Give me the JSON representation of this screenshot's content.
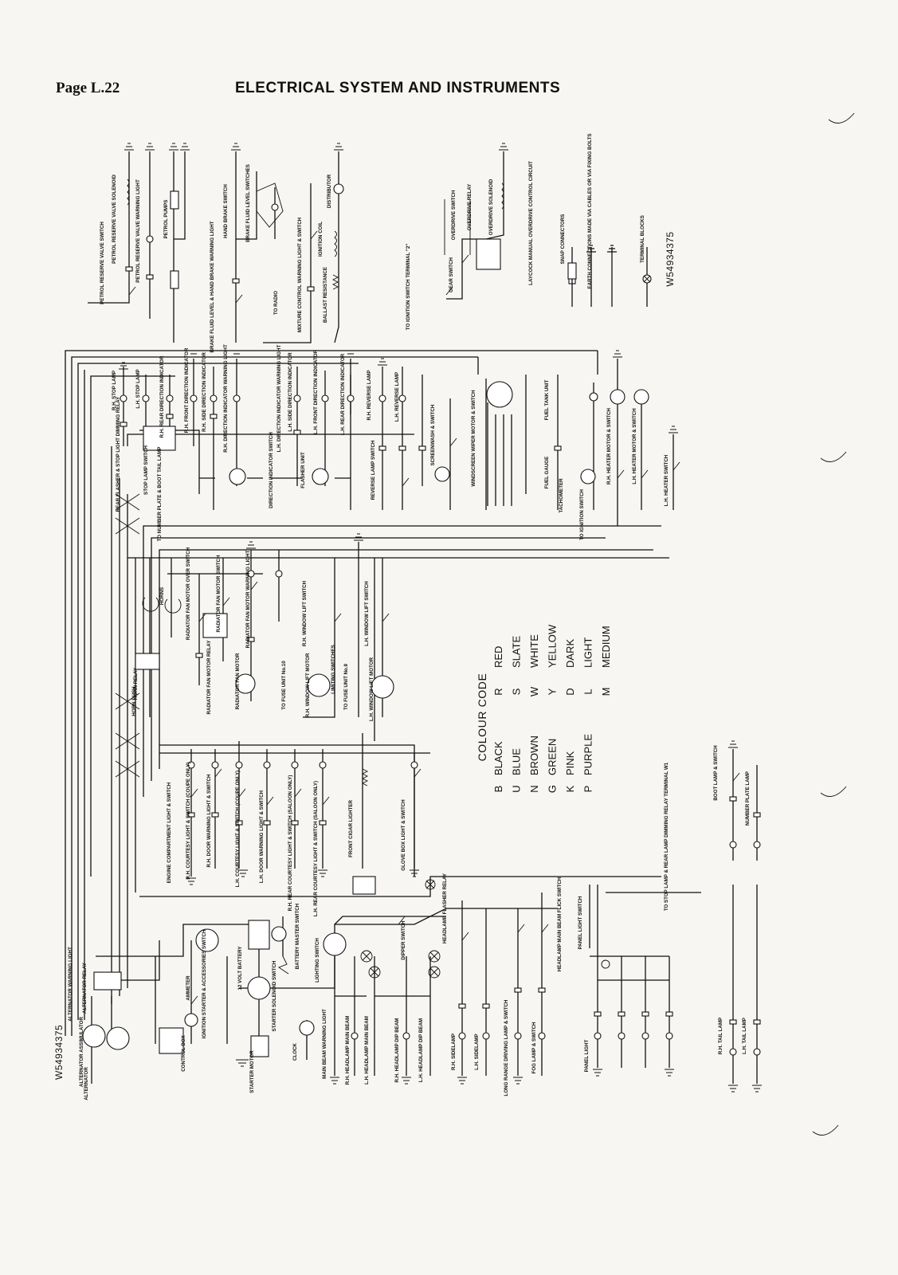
{
  "page": {
    "number": "Page L.22",
    "title": "ELECTRICAL SYSTEM AND INSTRUMENTS"
  },
  "drawing_refs": [
    "W54934375",
    "W54934375"
  ],
  "colour_code": {
    "heading": "COLOUR CODE",
    "left": [
      {
        "code": "B",
        "name": "BLACK"
      },
      {
        "code": "U",
        "name": "BLUE"
      },
      {
        "code": "N",
        "name": "BROWN"
      },
      {
        "code": "G",
        "name": "GREEN"
      },
      {
        "code": "K",
        "name": "PINK"
      },
      {
        "code": "P",
        "name": "PURPLE"
      }
    ],
    "right": [
      {
        "code": "R",
        "name": "RED"
      },
      {
        "code": "S",
        "name": "SLATE"
      },
      {
        "code": "W",
        "name": "WHITE"
      },
      {
        "code": "Y",
        "name": "YELLOW"
      },
      {
        "code": "D",
        "name": "DARK"
      },
      {
        "code": "L",
        "name": "LIGHT"
      },
      {
        "code": "M",
        "name": "MEDIUM"
      }
    ]
  },
  "legend": [
    "SNAP CONNECTORS",
    "EARTH CONNECTIONS MADE VIA CABLES OR VIA FIXING BOLTS",
    "TERMINAL BLOCKS"
  ],
  "top_labels": [
    "PETROL RESERVE VALVE SWITCH",
    "PETROL RESERVE VALVE SOLENOID",
    "PETROL RESERVE VALVE WARNING LIGHT",
    "PETROL PUMPS",
    "BRAKE FLUID LEVEL & HAND BRAKE WARNING LIGHT",
    "HAND BRAKE SWITCH",
    "BRAKE FLUID LEVEL SWITCHES",
    "TO RADIO",
    "MIXTURE CONTROL WARNING LIGHT & SWITCH",
    "BALLAST RESISTANCE",
    "IGNITION COIL",
    "DISTRIBUTOR",
    "TO IGNITION SWITCH TERMINAL \"2\"",
    "GEAR SWITCH",
    "OVERDRIVE SWITCH",
    "OVERDRIVE RELAY",
    "OVERDRIVE SOLENOID",
    "LAYCOCK MANUAL OVERDRIVE CONTROL CIRCUIT"
  ],
  "mid_labels": [
    "R.H. STOP LAMP",
    "L.H. STOP LAMP",
    "R.H. REAR DIRECTION INDICATOR",
    "R.H. FRONT DIRECTION INDICATOR",
    "R.H. SIDE DIRECTION INDICATOR",
    "R.H. DIRECTION INDICATOR WARNING LIGHT",
    "L.H. DIRECTION INDICATOR WARNING LIGHT",
    "L.H. SIDE DIRECTION INDICATOR",
    "L.H. FRONT DIRECTION INDICATOR",
    "L.H. REAR DIRECTION INDICATOR",
    "R.H. REVERSE LAMP",
    "L.H. REVERSE LAMP",
    "REVERSE LAMP SWITCH",
    "SCREENWASH & SWITCH",
    "WINDSCREEN WIPER MOTOR & SWITCH",
    "FUEL GAUGE",
    "FUEL TANK UNIT",
    "TACHOMETER",
    "R.H. HEATER MOTOR & SWITCH",
    "L.H. HEATER MOTOR & SWITCH",
    "L.H. HEATER SWITCH",
    "DIRECTION INDICATOR SWITCH",
    "FLASHER UNIT",
    "REAR FLASHER & STOP LIGHT DIMMING RELAY",
    "STOP LAMP SWITCH",
    "TO NUMBER PLATE & BOOT TAIL LAMP",
    "TO IGNITION SWITCH"
  ],
  "lower_labels": [
    "HORNS",
    "HORN RELAY",
    "HORN PUSH",
    "RADIATOR FAN MOTOR OVER SWITCH",
    "RADIATOR FAN MOTOR SWITCH",
    "RADIATOR FAN MOTOR WARNING LIGHT",
    "RADIATOR FAN MOTOR RELAY",
    "RADIATOR FAN MOTOR",
    "TO FUSE UNIT No.10",
    "TO FUSE UNIT No.9",
    "R.H. WINDOW LIFT MOTOR",
    "L.H. WINDOW LIFT MOTOR",
    "R.H. WINDOW LIFT SWITCH",
    "L.H. WINDOW LIFT SWITCH",
    "LIMITING SWITCHES",
    "ENGINE COMPARTMENT LIGHT & SWITCH",
    "R.H. COURTESY LIGHT & SWITCH (COUPE ONLY)",
    "R.H. DOOR WARNING LIGHT & SWITCH",
    "L.H. COURTESY LIGHT & SWITCH (COUPE ONLY)",
    "L.H. DOOR WARNING LIGHT & SWITCH",
    "R.H. REAR COURTESY LIGHT & SWITCH (SALOON ONLY)",
    "L.H. REAR COURTESY LIGHT & SWITCH (SALOON ONLY)",
    "FRONT CIGAR LIGHTER",
    "GLOVE BOX LIGHT & SWITCH",
    "BOOT LAMP & SWITCH",
    "NUMBER PLATE LAMP",
    "TO STOP LAMP & REAR LAMP DIMMING RELAY TERMINAL W1"
  ],
  "bottom_labels": [
    "ALTERNATOR WARNING LIGHT",
    "ALTERNATOR RELAY",
    "ALTERNATOR ASSIMULATOR",
    "ALTERNATOR",
    "CONTROL BOX",
    "AMMETER",
    "IGNITION STARTER & ACCESSORIES SWITCH",
    "12 VOLT BATTERY",
    "BATTERY MASTER SWITCH",
    "STARTER SOLENOID SWITCH",
    "STARTER MOTOR",
    "CLOCK",
    "LIGHTING SWITCH",
    "MAIN BEAM WARNING LIGHT",
    "R.H. HEADLAMP MAIN BEAM",
    "L.H. HEADLAMP MAIN BEAM",
    "R.H. HEADLAMP DIP BEAM",
    "L.H. HEADLAMP DIP BEAM",
    "DIPPER SWITCH",
    "HEADLAMP FLASHER RELAY",
    "R.H. SIDELAMP",
    "L.H. SIDELAMP",
    "LONG RANGE DRIVING LAMP & SWITCH",
    "FOG LAMP & SWITCH",
    "HEADLAMP MAIN BEAM FLICK SWITCH",
    "PANEL LIGHT SWITCH",
    "PANEL LIGHT",
    "R.H. TAIL LAMP",
    "L.H. TAIL LAMP"
  ]
}
